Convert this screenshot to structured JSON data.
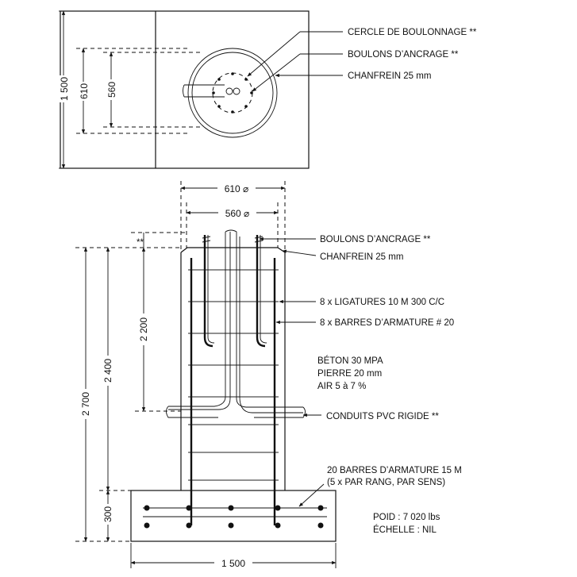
{
  "plan": {
    "labels": {
      "bolt_circle": "CERCLE DE BOULONNAGE **",
      "anchor_bolts": "BOULONS D’ANCRAGE **",
      "chamfer": "CHANFREIN 25 mm"
    },
    "dims": {
      "overall": "1 500",
      "outer_diameter": "610",
      "inner_diameter": "560"
    }
  },
  "elevation": {
    "dims": {
      "top_diameter_outer": "610 ⌀",
      "top_diameter_inner": "560 ⌀",
      "total_height": "2 700",
      "column_height": "2 400",
      "embedded_height": "2 200",
      "footing_height": "300",
      "footing_width": "1 500",
      "bolt_projection": "**"
    },
    "labels": {
      "anchor_bolts": "BOULONS D’ANCRAGE **",
      "chamfer": "CHANFREIN 25 mm",
      "ties": "8 x LIGATURES 10 M 300 C/C",
      "bars": "8 x BARRES D’ARMATURE # 20",
      "conduits": "CONDUITS PVC RIGIDE **",
      "footing_bars_1": "20 BARRES D’ARMATURE 15 M",
      "footing_bars_2": "(5 x  PAR RANG, PAR SENS)"
    },
    "specs": [
      "BÉTON 30 MPA",
      "PIERRE 20 mm",
      "AIR 5 à 7 %"
    ],
    "notes": [
      "POID : 7 020 lbs",
      "ÉCHELLE : NIL"
    ]
  }
}
